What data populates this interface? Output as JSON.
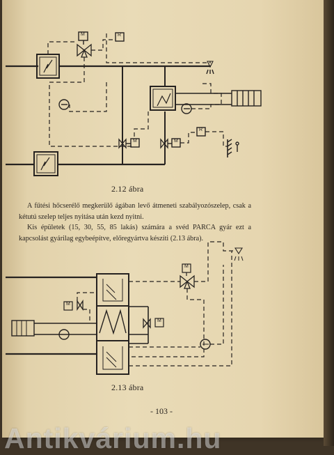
{
  "figure_1": {
    "caption": "2.12 ábra",
    "valve_actuator_label": "M",
    "controller_label": "R"
  },
  "body_text": {
    "paragraph_1": "A fűtési hőcserélő megkerülő ágában levő átmeneti szabályozószelep, csak a kétutú szelep teljes nyitása után kezd nyitni.",
    "paragraph_2": "Kis épületek (15, 30, 55, 85 lakás) számára a svéd PARCA gyár ezt a kapcsolást gyárilag egybeépítve, előregyártva készíti (2.13 ábra)."
  },
  "figure_2": {
    "caption": "2.13 ábra",
    "valve_actuator_label": "M"
  },
  "page_number": "- 103 -",
  "watermark": "Antikvárium.hu"
}
